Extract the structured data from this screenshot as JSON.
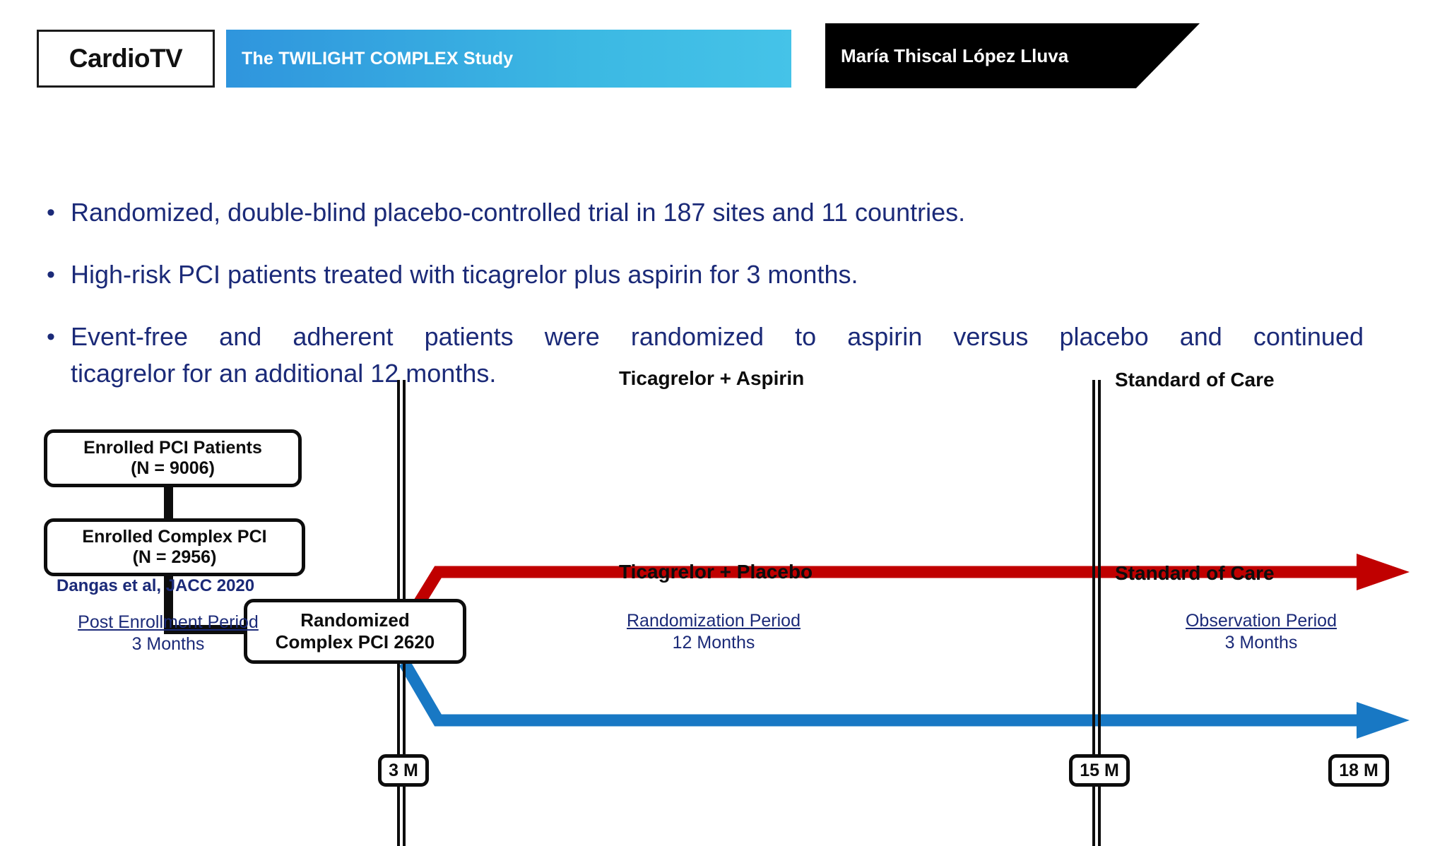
{
  "header": {
    "logo": "CardioTV",
    "title": "The TWILIGHT COMPLEX Study",
    "author": "María Thiscal López Lluva",
    "title_bar_color": "#35aede",
    "author_bar_color": "#000000"
  },
  "bullets": [
    "Randomized, double-blind placebo-controlled trial in 187 sites and 11 countries.",
    "High-risk PCI patients treated with ticagrelor plus aspirin for 3 months.",
    "Event-free and adherent patients were randomized to aspirin versus placebo and continued",
    "ticagrelor for an additional 12 months."
  ],
  "bullet_marker": "•",
  "diagram": {
    "boxes": [
      {
        "line1": "Enrolled PCI Patients",
        "line2": "(N = 9006)"
      },
      {
        "line1": "Enrolled Complex PCI",
        "line2": "(N = 2956)"
      },
      {
        "line1": "Randomized",
        "line2": "Complex  PCI 2620"
      }
    ],
    "arms": [
      {
        "label": "Ticagrelor + Aspirin",
        "follow_up": "Standard of Care",
        "color": "#C00000"
      },
      {
        "label": "Ticagrelor + Placebo",
        "follow_up": "Standard of Care",
        "color": "#1878C4"
      }
    ],
    "citation": "Dangas et al, JACC 2020",
    "periods": [
      {
        "name": "Post Enrollment Period",
        "duration": "3 Months"
      },
      {
        "name": "Randomization Period",
        "duration": "12 Months"
      },
      {
        "name": "Observation Period",
        "duration": "3 Months"
      }
    ],
    "milestones": [
      "3 M",
      "15 M",
      "18 M"
    ]
  }
}
